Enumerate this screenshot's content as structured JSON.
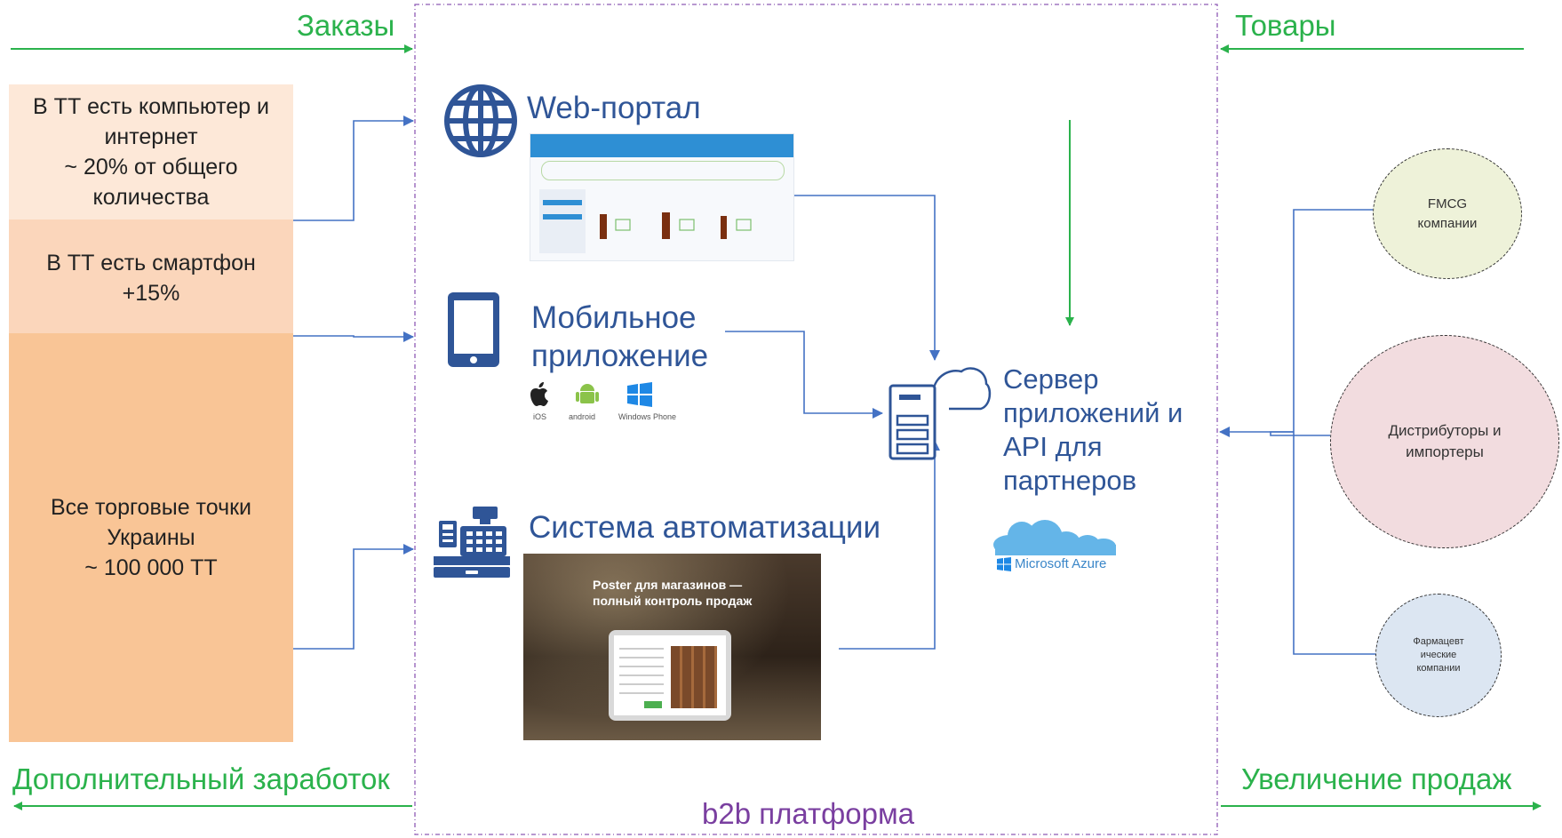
{
  "labels": {
    "orders": "Заказы",
    "goods": "Товары",
    "extra_income": "Дополнительный заработок",
    "sales_growth": "Увеличение продаж",
    "platform": "b2b платформа"
  },
  "left_boxes": [
    {
      "text": "В ТТ есть компьютер и\nинтернет\n~ 20% от общего\nколичества",
      "color": "#fde8d8"
    },
    {
      "text": "В ТТ есть смартфон\n+15%",
      "color": "#fbd6bb"
    },
    {
      "text": "Все торговые точки\nУкраины\n~ 100 000 ТТ",
      "color": "#f9c596"
    }
  ],
  "channels": {
    "web": "Web-портал",
    "mobile": "Мобильное\nприложение",
    "automation": "Система автоматизации"
  },
  "mobile_os": [
    "iOS",
    "android",
    "Windows Phone"
  ],
  "server": {
    "text": "Сервер\nприложений и\nAPI для\nпартнеров",
    "cloud_brand": "Microsoft Azure"
  },
  "partners": [
    {
      "text": "FMCG\nкомпании",
      "color": "#eef2d9"
    },
    {
      "text": "Дистрибуторы и\nимпортеры",
      "color": "#f2dcdf"
    },
    {
      "text": "Фармацевт\nические\nкомпании",
      "color": "#dce6f2"
    }
  ],
  "poster_slogan": "Poster для магазинов —\nполный контроль продаж",
  "icons": [
    "globe-icon",
    "phone-icon",
    "cash-register-icon",
    "server-cloud-icon",
    "azure-cloud-icon",
    "apple-icon",
    "android-icon",
    "windows-icon"
  ],
  "colors": {
    "green": "#2bb24c",
    "blue": "#2f5597",
    "connector": "#4472c4",
    "purple": "#7030a0"
  }
}
